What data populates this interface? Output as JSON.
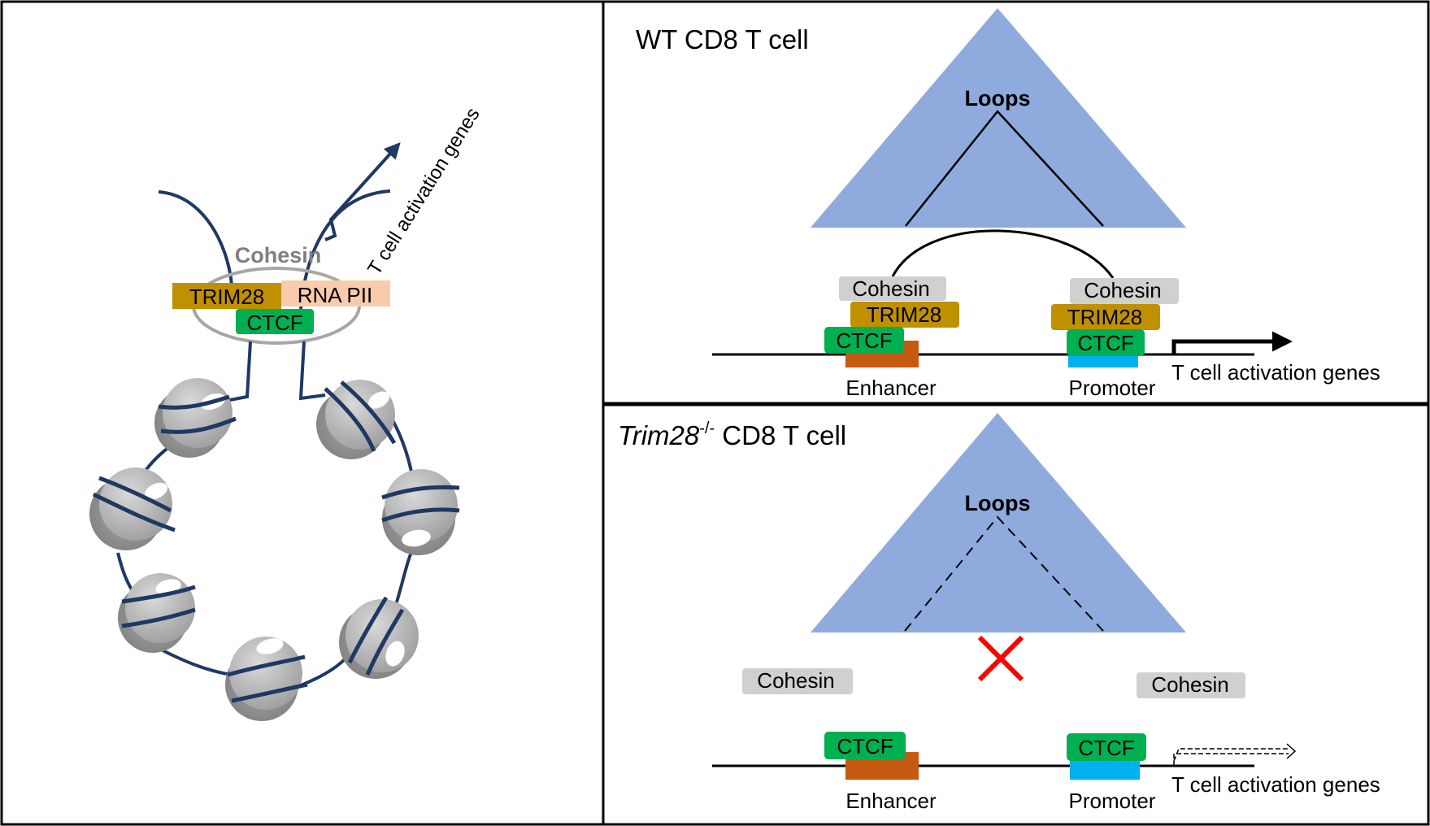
{
  "left_panel": {
    "cohesin": "Cohesin",
    "trim28": "TRIM28",
    "rna_pii": "RNA PII",
    "ctcf": "CTCF",
    "arrow_label": "T cell activation genes"
  },
  "wt_panel": {
    "title": "WT CD8 T cell",
    "loops": "Loops",
    "cohesin_left": "Cohesin",
    "trim28_left": "TRIM28",
    "ctcf_left": "CTCF",
    "cohesin_right": "Cohesin",
    "trim28_right": "TRIM28",
    "ctcf_right": "CTCF",
    "enhancer": "Enhancer",
    "promoter": "Promoter",
    "genes": "T cell activation genes"
  },
  "ko_panel": {
    "title_italic": "Trim28",
    "title_sup": "-/-",
    "title_rest": " CD8 T cell",
    "loops": "Loops",
    "cohesin_left": "Cohesin",
    "cohesin_right": "Cohesin",
    "ctcf_left": "CTCF",
    "ctcf_right": "CTCF",
    "enhancer": "Enhancer",
    "promoter": "Promoter",
    "genes": "T cell activation genes"
  },
  "colors": {
    "triangle": "#8faadc",
    "trim28": "#bf9000",
    "ctcf": "#00b050",
    "rna_pii": "#f8cbad",
    "cohesin_box": "#d0d0d0",
    "enhancer": "#c55a11",
    "promoter": "#00b0f0",
    "dna_loop": "#1f3864",
    "cross": "#ff0000"
  }
}
